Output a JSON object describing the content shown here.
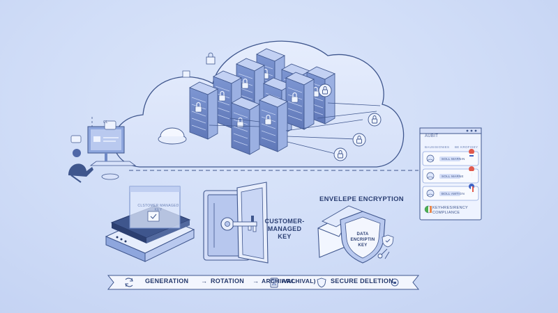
{
  "labels": {
    "customer_managed_key": [
      "CUSTOMER-",
      "MANAGED",
      "KEY"
    ],
    "envelope_encryption": "ENVELEPE ENCRYPTION",
    "data_encryption_key": [
      "DATA",
      "ENCRIPTIN",
      "KEY"
    ],
    "hsm_screen": "CLSTOMER MANAGED KEY"
  },
  "audit": {
    "title": "AUBIT",
    "col_left": "BAUSISIONIES",
    "col_right": "BE KROFISEY",
    "rows": [
      "SOLL MARNIN",
      "SOLL MARNE",
      "BOLL AMTION"
    ],
    "compliance": [
      "KEYHRESIRENCY",
      "COMPLIANCE"
    ]
  },
  "lifecycle": [
    "GENERATION",
    "→",
    "ROTATION",
    "→",
    "ARCHIIVAL",
    "ARCHIVAL)",
    "SECURE DELETION"
  ],
  "monitor_text": "CL",
  "colors": {
    "background": "#cfdcf7",
    "line": "#3f568d",
    "server_front": "#6f89c6",
    "server_side": "#9bb0e2",
    "cloud": "#e3ebfc",
    "ribbon": "#f3f6fe",
    "flag_red": "#e05a4e",
    "flag_green": "#4caf50",
    "flag_blue": "#3f62c4"
  },
  "icons": [
    "padlock-icon",
    "key-icon",
    "shield-icon",
    "envelope-icon",
    "refresh-icon",
    "hourglass-icon",
    "shield-check-icon",
    "person-icon",
    "monitor-icon",
    "flag-icon"
  ]
}
